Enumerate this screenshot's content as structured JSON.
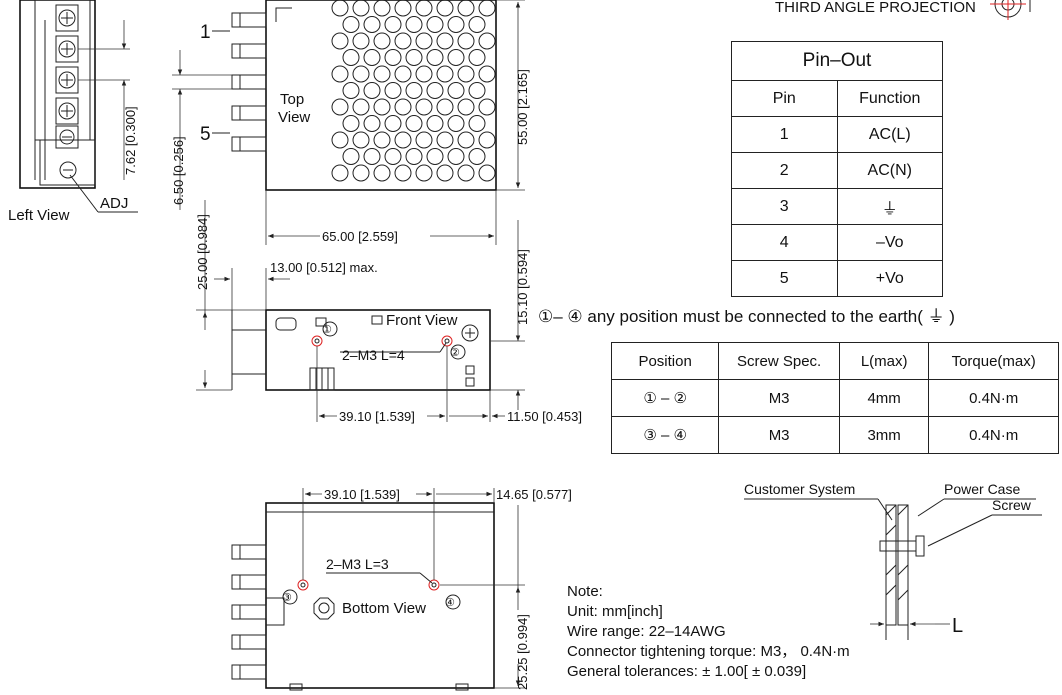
{
  "header": {
    "projection_label": "THIRD ANGLE PROJECTION"
  },
  "views": {
    "left_view": "Left View",
    "adj": "ADJ",
    "top_view_line1": "Top",
    "top_view_line2": "View",
    "front_view": "Front View",
    "bottom_view": "Bottom View",
    "pin1_marker": "1",
    "pin5_marker": "5",
    "front_screw_label": "2–M3 L=4",
    "bottom_screw_label": "2–M3 L=3",
    "circled_1": "①",
    "circled_2": "②",
    "circled_3": "③",
    "circled_4": "④"
  },
  "dimensions": {
    "d_7_62": "7.62 [0.300]",
    "d_6_50": "6.50 [0.256]",
    "d_25_00": "25.00 [0.984]",
    "d_55_00": "55.00 [2.165]",
    "d_65_00": "65.00 [2.559]",
    "d_13_00": "13.00 [0.512] max.",
    "d_15_10": "15.10 [0.594]",
    "d_39_10_front": "39.10 [1.539]",
    "d_11_50": "11.50 [0.453]",
    "d_39_10_bottom": "39.10 [1.539]",
    "d_14_65": "14.65 [0.577]",
    "d_25_25": "25.25 [0.994]"
  },
  "pinout": {
    "title": "Pin–Out",
    "col_pin": "Pin",
    "col_function": "Function",
    "rows": [
      {
        "pin": "1",
        "function": "AC(L)"
      },
      {
        "pin": "2",
        "function": "AC(N)"
      },
      {
        "pin": "3",
        "function": "⏚"
      },
      {
        "pin": "4",
        "function": "–Vo"
      },
      {
        "pin": "5",
        "function": "+Vo"
      }
    ]
  },
  "earth_note": "①– ④ any position must be connected to the earth( ⏚ )",
  "screw_table": {
    "headers": [
      "Position",
      "Screw Spec.",
      "L(max)",
      "Torque(max)"
    ],
    "rows": [
      [
        "① – ②",
        "M3",
        "4mm",
        "0.4N·m"
      ],
      [
        "③ – ④",
        "M3",
        "3mm",
        "0.4N·m"
      ]
    ]
  },
  "mount_detail": {
    "customer_system": "Customer System",
    "power_case": "Power Case",
    "screw": "Screw",
    "l_label": "L"
  },
  "notes": [
    "Note:",
    "Unit: mm[inch]",
    "Wire range: 22–14AWG",
    "Connector tightening torque: M3， 0.4N·m",
    "General tolerances: ± 1.00[ ± 0.039]"
  ]
}
